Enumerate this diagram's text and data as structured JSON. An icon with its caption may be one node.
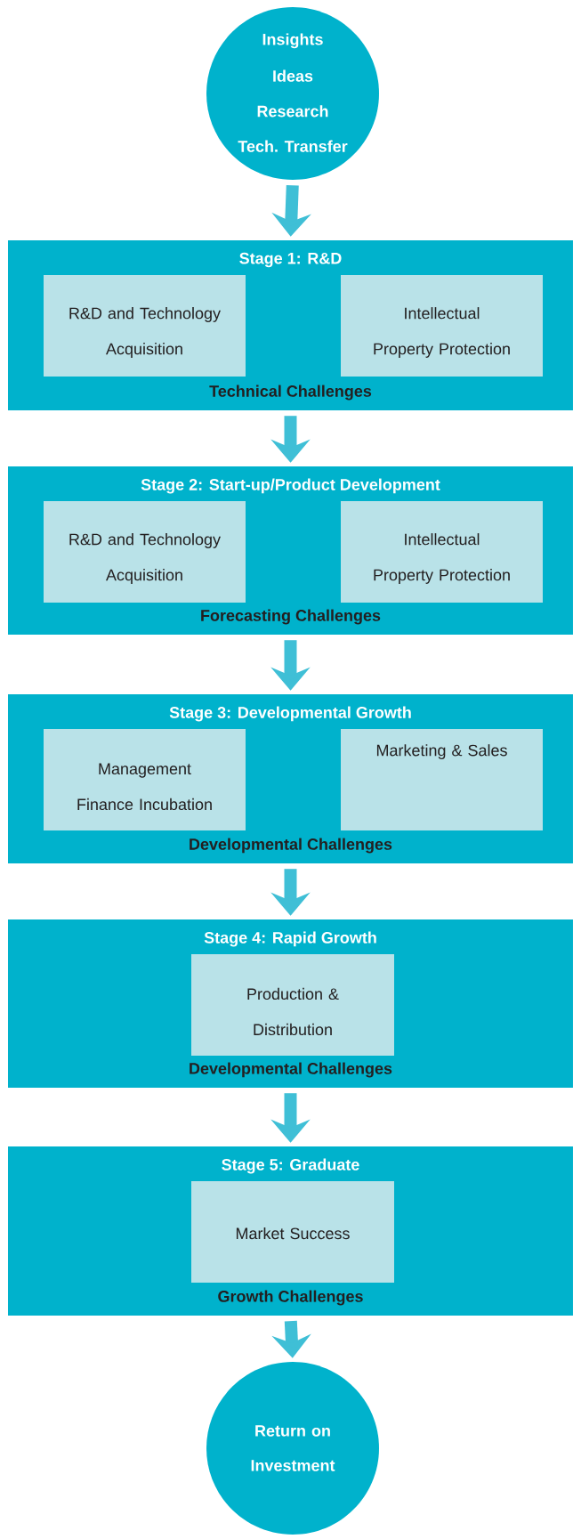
{
  "diagram": {
    "nodes": [
      {
        "text": [
          "Insights",
          "Ideas",
          "Research",
          "Tech. Transfer"
        ]
      },
      {
        "text": [
          "Stage 1: R&D",
          "Technical Challenges"
        ]
      },
      {
        "text": [
          "R&D and Technology Acquisition"
        ],
        "in": 1
      },
      {
        "text": [
          "Intellectual Property Protection"
        ],
        "in": 1
      },
      {
        "text": [
          "Stage 2: Start-up/Product Development",
          "Forecasting Challenges"
        ]
      },
      {
        "text": [
          "R&D and Technology Acquisition"
        ],
        "in": 4
      },
      {
        "text": [
          "Intellectual Property Protection"
        ],
        "in": 4
      },
      {
        "text": [
          "Stage 3: Developmental Growth",
          "Developmental Challenges"
        ]
      },
      {
        "text": [
          "Management Finance Incubation"
        ],
        "in": 7
      },
      {
        "text": [
          "Marketing & Sales"
        ],
        "in": 7
      },
      {
        "text": [
          "Stage 4: Rapid Growth",
          "Developmental Challenges"
        ]
      },
      {
        "text": [
          "Production & Distribution"
        ],
        "in": 10
      },
      {
        "text": [
          "Stage 5: Graduate",
          "Growth Challenges"
        ]
      },
      {
        "text": [
          "Market Success"
        ],
        "in": 12
      },
      {
        "text": [
          "Return on Investment"
        ]
      }
    ],
    "edges": [
      {
        "from": 0,
        "to": 1,
        "arrow": "to"
      },
      {
        "from": 1,
        "to": 4,
        "arrow": "to"
      },
      {
        "from": 4,
        "to": 7,
        "arrow": "to"
      },
      {
        "from": 7,
        "to": 10,
        "arrow": "to"
      },
      {
        "from": 10,
        "to": 12,
        "arrow": "to"
      },
      {
        "from": 12,
        "to": 14,
        "arrow": "to"
      }
    ]
  }
}
